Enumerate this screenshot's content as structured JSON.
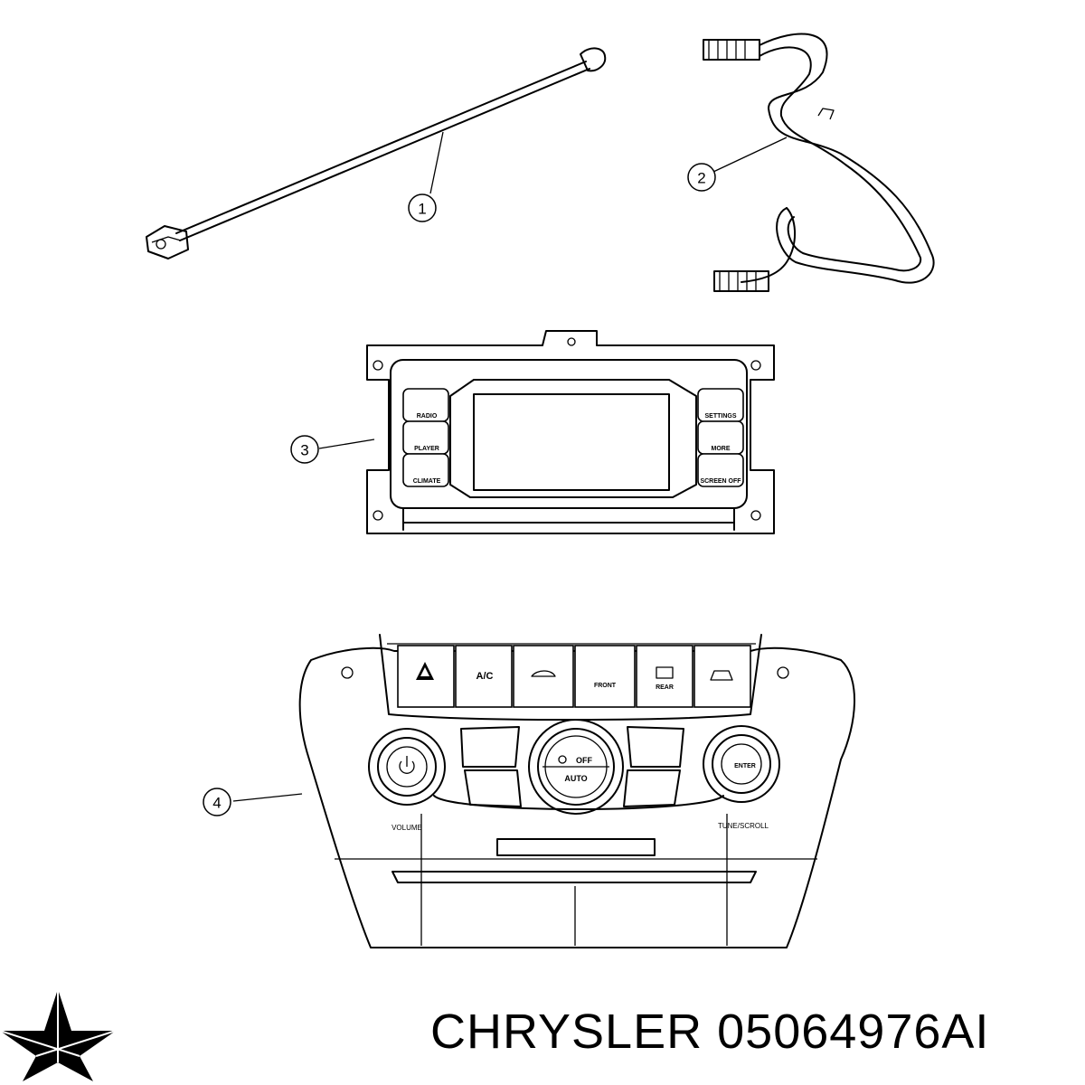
{
  "callouts": [
    "1",
    "2",
    "3",
    "4"
  ],
  "module_buttons": {
    "left": [
      "RADIO",
      "PLAYER",
      "CLIMATE"
    ],
    "right": [
      "SETTINGS",
      "MORE",
      "SCREEN OFF"
    ]
  },
  "hvac_labels": {
    "ac": "A/C",
    "front": "FRONT",
    "rear": "REAR",
    "off": "OFF",
    "auto": "AUTO",
    "volume": "VOLUME",
    "tune_scroll": "TUNE/SCROLL",
    "knob_right": "ENTER"
  },
  "caption": {
    "brand": "CHRYSLER",
    "part_number": "05064976AI"
  },
  "icons": [
    "chrysler-star-logo",
    "hazard-icon",
    "fan-icon",
    "power-icon"
  ]
}
